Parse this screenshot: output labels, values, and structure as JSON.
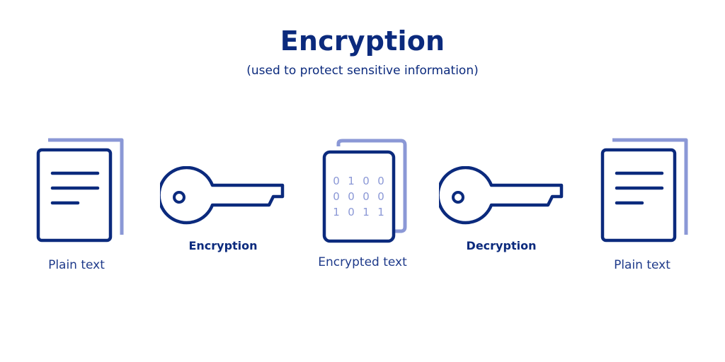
{
  "title": "Encryption",
  "subtitle": "(used to protect sensitive information)",
  "steps": [
    {
      "label": "Plain text",
      "icon": "document-icon"
    },
    {
      "label": "Encryption",
      "icon": "key-icon"
    },
    {
      "label": "Encrypted text",
      "icon": "binary-document-icon"
    },
    {
      "label": "Decryption",
      "icon": "key-icon"
    },
    {
      "label": "Plain text",
      "icon": "document-icon"
    }
  ],
  "binary_rows": [
    [
      "0",
      "1",
      "0",
      "0"
    ],
    [
      "0",
      "0",
      "0",
      "0"
    ],
    [
      "1",
      "0",
      "1",
      "1"
    ]
  ],
  "colors": {
    "primary": "#0b2a7d",
    "accent": "#8b98d6"
  }
}
